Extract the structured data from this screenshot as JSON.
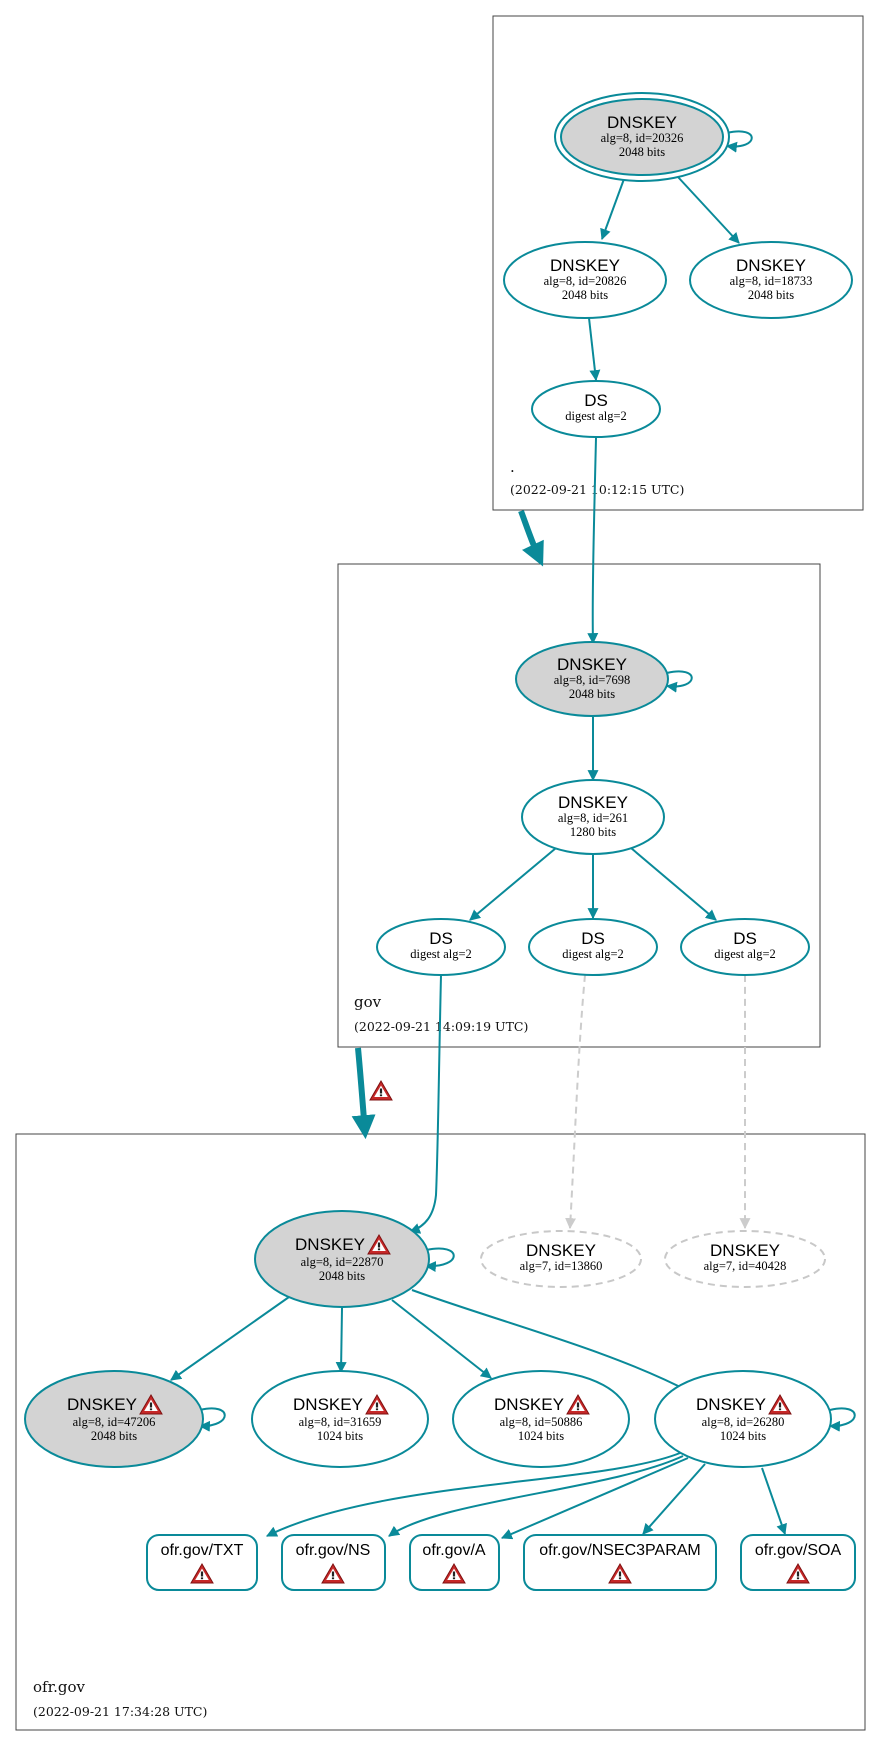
{
  "zones": {
    "root": {
      "name": ".",
      "timestamp": "(2022-09-21 10:12:15 UTC)"
    },
    "gov": {
      "name": "gov",
      "timestamp": "(2022-09-21 14:09:19 UTC)"
    },
    "ofr": {
      "name": "ofr.gov",
      "timestamp": "(2022-09-21 17:34:28 UTC)"
    }
  },
  "nodes": {
    "root_ksk": {
      "title": "DNSKEY",
      "line1": "alg=8, id=20326",
      "line2": "2048 bits"
    },
    "root_zsk1": {
      "title": "DNSKEY",
      "line1": "alg=8, id=20826",
      "line2": "2048 bits"
    },
    "root_zsk2": {
      "title": "DNSKEY",
      "line1": "alg=8, id=18733",
      "line2": "2048 bits"
    },
    "root_ds": {
      "title": "DS",
      "line1": "digest alg=2"
    },
    "gov_ksk": {
      "title": "DNSKEY",
      "line1": "alg=8, id=7698",
      "line2": "2048 bits"
    },
    "gov_zsk": {
      "title": "DNSKEY",
      "line1": "alg=8, id=261",
      "line2": "1280 bits"
    },
    "gov_ds1": {
      "title": "DS",
      "line1": "digest alg=2"
    },
    "gov_ds2": {
      "title": "DS",
      "line1": "digest alg=2"
    },
    "gov_ds3": {
      "title": "DS",
      "line1": "digest alg=2"
    },
    "ofr_ksk": {
      "title": "DNSKEY",
      "line1": "alg=8, id=22870",
      "line2": "2048 bits"
    },
    "ofr_missing1": {
      "title": "DNSKEY",
      "line1": "alg=7, id=13860"
    },
    "ofr_missing2": {
      "title": "DNSKEY",
      "line1": "alg=7, id=40428"
    },
    "ofr_key_47206": {
      "title": "DNSKEY",
      "line1": "alg=8, id=47206",
      "line2": "2048 bits"
    },
    "ofr_key_31659": {
      "title": "DNSKEY",
      "line1": "alg=8, id=31659",
      "line2": "1024 bits"
    },
    "ofr_key_50886": {
      "title": "DNSKEY",
      "line1": "alg=8, id=50886",
      "line2": "1024 bits"
    },
    "ofr_key_26280": {
      "title": "DNSKEY",
      "line1": "alg=8, id=26280",
      "line2": "1024 bits"
    }
  },
  "rrsets": {
    "txt": "ofr.gov/TXT",
    "ns": "ofr.gov/NS",
    "a": "ofr.gov/A",
    "nsec3param": "ofr.gov/NSEC3PARAM",
    "soa": "ofr.gov/SOA"
  },
  "colors": {
    "edge": "#0a8a99",
    "ksk_fill": "#d3d3d3",
    "missing": "#c8c8c8",
    "warning": "#c62828"
  }
}
